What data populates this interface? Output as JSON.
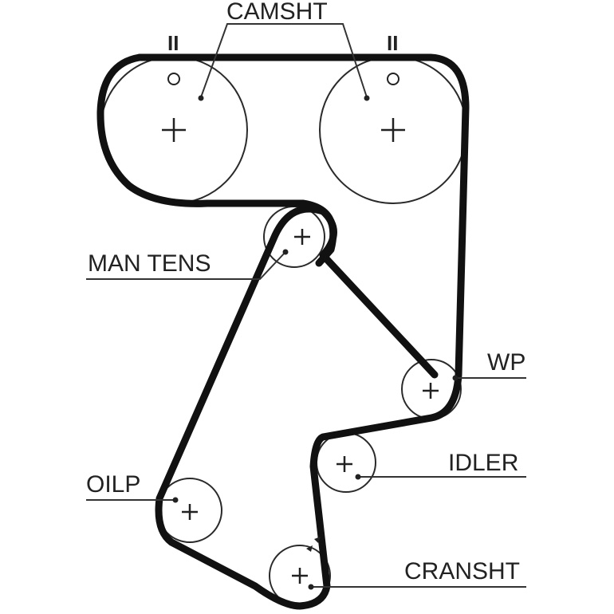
{
  "labels": {
    "camshaft": "CAMSHT",
    "man_tens": "MAN TENS",
    "water_pump": "WP",
    "idler": "IDLER",
    "oil_pump": "OILP",
    "crankshaft": "CRANSHT"
  },
  "timing_marks": {
    "left": "II",
    "right": "II"
  },
  "colors": {
    "belt": "#111111",
    "line": "#2a2a2a",
    "background": "#ffffff"
  }
}
